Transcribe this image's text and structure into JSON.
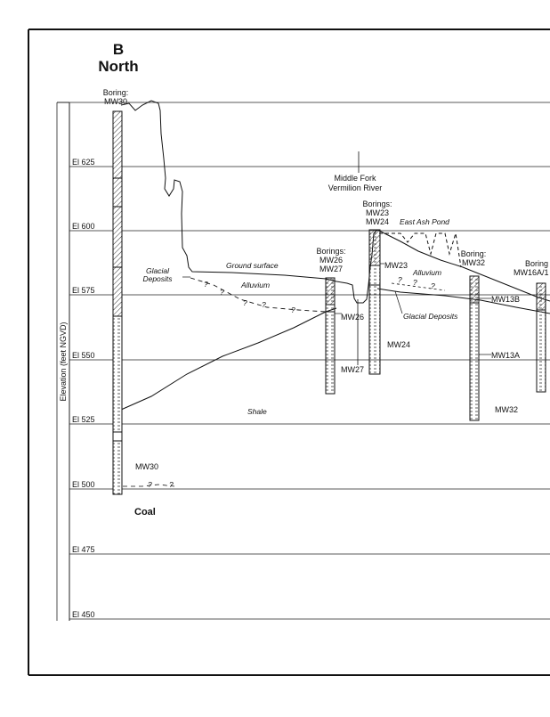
{
  "section": {
    "letter": "B",
    "direction": "North"
  },
  "axis": {
    "label": "Elevation (feet NGVD)",
    "ticks": [
      "El 625",
      "El 600",
      "El 575",
      "El 550",
      "El 525",
      "El 500",
      "El 475",
      "El 450"
    ]
  },
  "borings": {
    "mw30": {
      "header_1": "Boring:",
      "header_2": "MW30",
      "well_label": "MW30"
    },
    "mw26_27": {
      "header_1": "Borings:",
      "header_2": "MW26",
      "header_3": "MW27",
      "well_a": "MW26",
      "well_b": "MW27"
    },
    "mw23_24": {
      "header_1": "Borings:",
      "header_2": "MW23",
      "header_3": "MW24",
      "well_a": "MW23",
      "well_b": "MW24"
    },
    "mw32": {
      "header_1": "Boring:",
      "header_2": "MW32",
      "well_a": "MW13B",
      "well_b": "MW13A",
      "well_c": "MW32"
    },
    "mw16": {
      "header_1": "Boring",
      "header_2": "MW16A/1"
    }
  },
  "features": {
    "river_1": "Middle Fork",
    "river_2": "Vermilion River",
    "pond": "East Ash Pond"
  },
  "units": {
    "glacial_1": "Glacial",
    "glacial_2": "Deposits",
    "ground_surface": "Ground surface",
    "alluvium_left": "Alluvium",
    "alluvium_right": "Alluvium",
    "glacial_right": "Glacial Deposits",
    "shale": "Shale",
    "coal": "Coal"
  }
}
